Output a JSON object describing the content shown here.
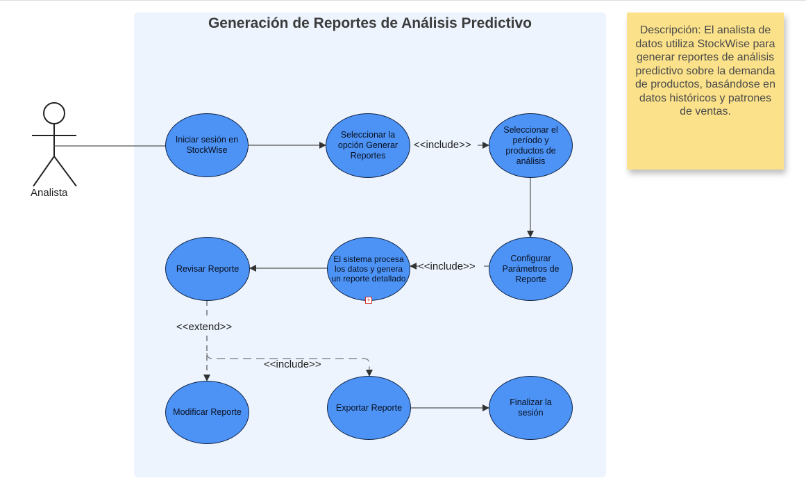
{
  "system": {
    "title": "Generación de Reportes de Análisis Predictivo"
  },
  "actor": {
    "name": "Analista"
  },
  "use_cases": {
    "login": "Iniciar sesión en StockWise",
    "select_option": "Seleccionar la opción Generar Reportes",
    "select_period": "Seleccionar el período y productos de análisis",
    "configure": "Configurar Parámetros de Reporte",
    "process": "El sistema procesa los datos y genera un reporte detallado",
    "review": "Revisar Reporte",
    "modify": "Modificar Reporte",
    "export": "Exportar Reporte",
    "finish": "Finalizar la sesión"
  },
  "relations": {
    "include_1": "<<include>>",
    "include_2": "<<include>>",
    "include_3": "<<include>>",
    "extend_1": "<<extend>>"
  },
  "note": {
    "text": "Descripción: El analista de datos utiliza StockWise para generar reportes de análisis predictivo sobre la demanda de productos, basándose en datos históricos y patrones de ventas."
  },
  "colors": {
    "use_case_fill": "#4c93f5",
    "system_background": "#edf4fd",
    "note_background": "#fbe28a"
  }
}
